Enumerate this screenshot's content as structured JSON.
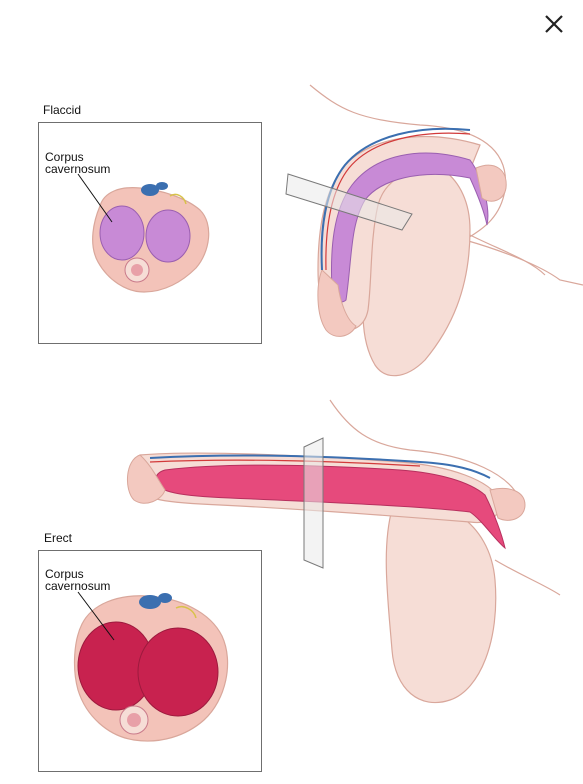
{
  "header": {
    "close_icon": "close-icon"
  },
  "flaccid": {
    "label": "Flaccid",
    "callout_line1": "Corpus",
    "callout_line2": "cavernosum"
  },
  "erect": {
    "label": "Erect",
    "callout_line1": "Corpus",
    "callout_line2": "cavernosum"
  },
  "colors": {
    "skin": "#f6ddd6",
    "skin_outline": "#d9a79b",
    "tissue_flaccid": "#c88ad6",
    "tissue_erect": "#e64a7c",
    "vein": "#3b6fb0",
    "artery": "#d23a3a",
    "inset_border": "#6f6f6f"
  }
}
